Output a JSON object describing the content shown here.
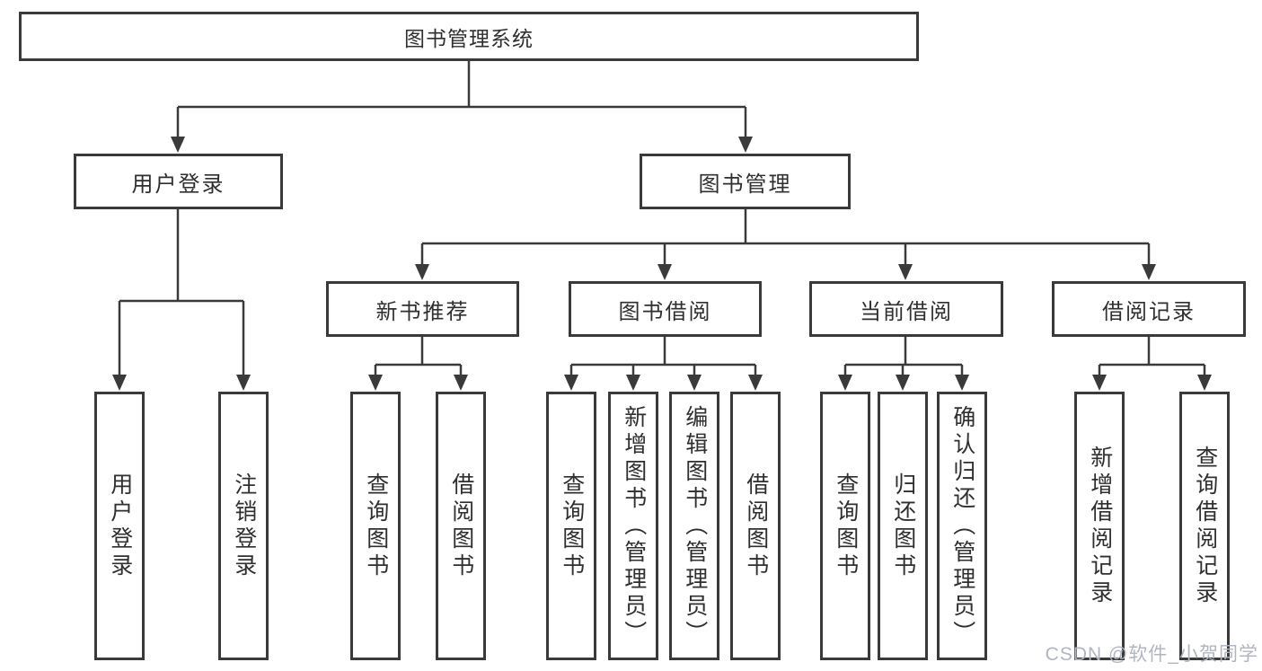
{
  "diagram": {
    "root": {
      "label": "图书管理系统"
    },
    "level2": [
      {
        "label": "用户登录"
      },
      {
        "label": "图书管理"
      }
    ],
    "level3": [
      {
        "label": "新书推荐",
        "parent": "图书管理"
      },
      {
        "label": "图书借阅",
        "parent": "图书管理"
      },
      {
        "label": "当前借阅",
        "parent": "图书管理"
      },
      {
        "label": "借阅记录",
        "parent": "图书管理"
      }
    ],
    "leaves": [
      {
        "label": "用户登录",
        "parent": "用户登录"
      },
      {
        "label": "注销登录",
        "parent": "用户登录"
      },
      {
        "label": "查询图书",
        "parent": "新书推荐"
      },
      {
        "label": "借阅图书",
        "parent": "新书推荐"
      },
      {
        "label": "查询图书",
        "parent": "图书借阅"
      },
      {
        "label": "新增图书（管理员）",
        "parent": "图书借阅"
      },
      {
        "label": "编辑图书（管理员）",
        "parent": "图书借阅"
      },
      {
        "label": "借阅图书",
        "parent": "图书借阅"
      },
      {
        "label": "查询图书",
        "parent": "当前借阅"
      },
      {
        "label": "归还图书",
        "parent": "当前借阅"
      },
      {
        "label": "确认归还（管理员）",
        "parent": "当前借阅"
      },
      {
        "label": "新增借阅记录",
        "parent": "借阅记录"
      },
      {
        "label": "查询借阅记录",
        "parent": "借阅记录"
      }
    ]
  },
  "watermark": "CSDN @软件_小贺同学",
  "colors": {
    "line": "#3a3a3a",
    "box_border": "#3a3a3a",
    "text": "#2f2f2f",
    "watermark_text": "#b0b5c0",
    "background": "#ffffff"
  }
}
